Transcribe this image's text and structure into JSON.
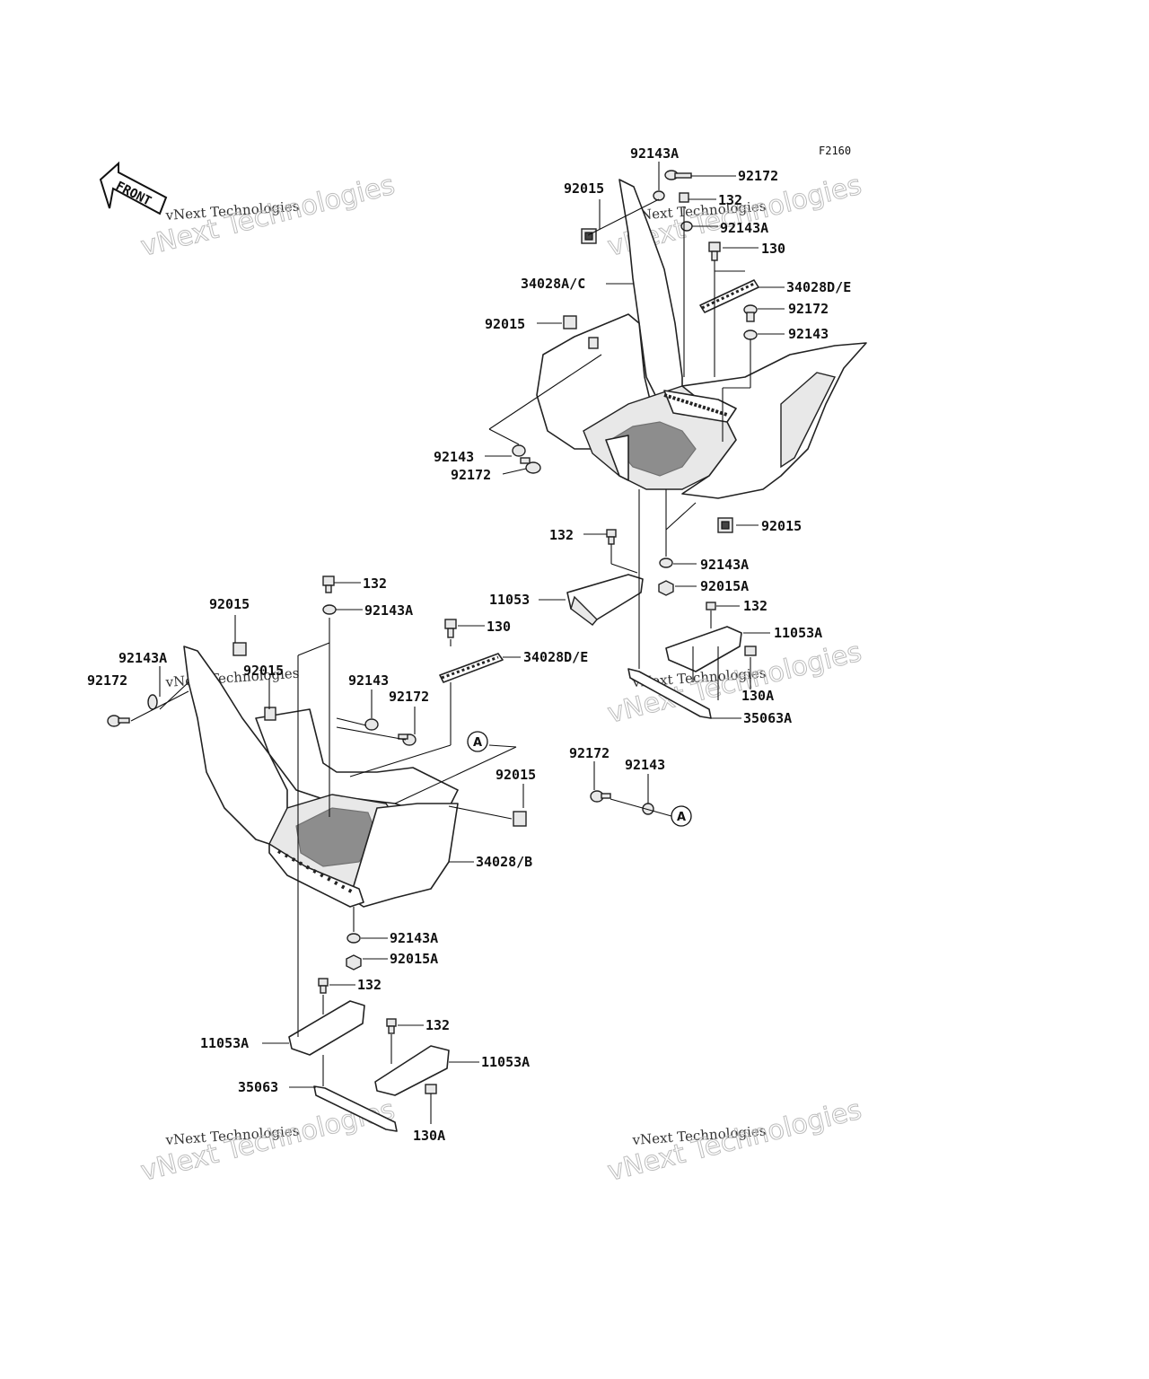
{
  "figure_code": "F2160",
  "front_label": "FRONT",
  "ref_marker": "A",
  "watermark": {
    "large": "vNext Technologies",
    "small": "vNext Technologies"
  },
  "labels": {
    "l_92143A_top": "92143A",
    "l_92172_top": "92172",
    "l_92015_top": "92015",
    "l_132_top": "132",
    "l_92143A_top2": "92143A",
    "l_130_top": "130",
    "l_34028AC": "34028A/C",
    "l_34028DE_top": "34028D/E",
    "l_92015_mid": "92015",
    "l_92172_mid": "92172",
    "l_92143_mid": "92143",
    "l_92143_left": "92143",
    "l_92172_left": "92172",
    "l_92015_right": "92015",
    "l_132_mid": "132",
    "l_92143A_mid": "92143A",
    "l_11053": "11053",
    "l_92015A_mid": "92015A",
    "l_132_mid2": "132",
    "l_11053A_right": "11053A",
    "l_130A_right": "130A",
    "l_35063A": "35063A",
    "l_132_low": "132",
    "l_92143A_low": "92143A",
    "l_92015_low": "92015",
    "l_130_low": "130",
    "l_34028DE_low": "34028D/E",
    "l_92143A_left": "92143A",
    "l_92015_left2": "92015",
    "l_92143_low": "92143",
    "l_92172_leftfar": "92172",
    "l_92172_low": "92172",
    "l_92015_A": "92015",
    "l_92172_A": "92172",
    "l_92143_A": "92143",
    "l_34028B": "34028/B",
    "l_92143A_bot": "92143A",
    "l_92015A_bot": "92015A",
    "l_132_bot": "132",
    "l_11053A_left": "11053A",
    "l_132_bot2": "132",
    "l_11053A_bot": "11053A",
    "l_35063": "35063",
    "l_130A_bot": "130A"
  }
}
